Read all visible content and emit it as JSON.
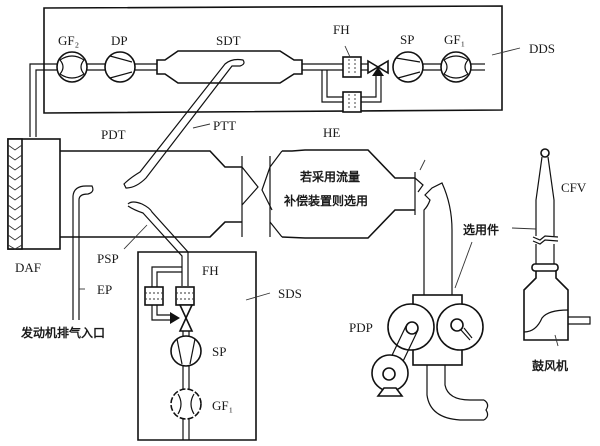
{
  "diagram": {
    "type": "exhaust dilution sampling system schematic",
    "labels": {
      "gf2": "GF₂",
      "dp": "DP",
      "sdt": "SDT",
      "fh_top": "FH",
      "sp_top": "SP",
      "gf1_top": "GF₁",
      "dds": "DDS",
      "pdt": "PDT",
      "ptt": "PTT",
      "he": "HE",
      "he_note_line1": "若采用流量",
      "he_note_line2": "补偿装置则选用",
      "cfv": "CFV",
      "optional_part": "选用件",
      "daf": "DAF",
      "psp": "PSP",
      "ep": "EP",
      "engine_exhaust_inlet": "发动机排气入口",
      "fh_bottom": "FH",
      "sds": "SDS",
      "sp_bottom": "SP",
      "gf1_bottom": "GF₁",
      "pdp": "PDP",
      "blower": "鼓风机"
    },
    "colors": {
      "line": "#111111",
      "background": "#ffffff"
    }
  }
}
